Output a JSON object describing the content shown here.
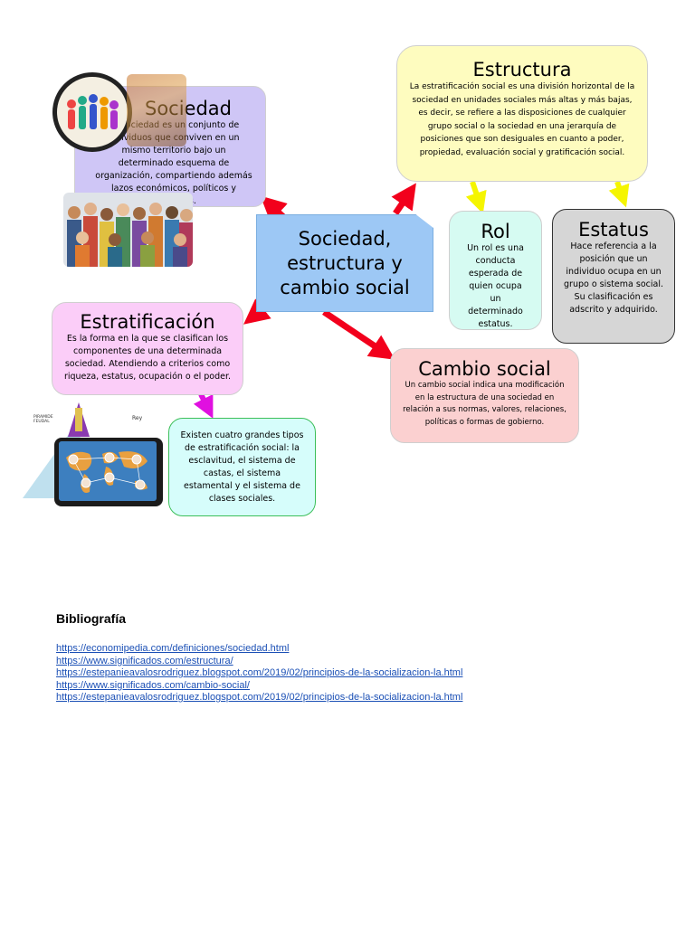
{
  "center": {
    "title": "Sociedad, estructura y cambio social",
    "color": "#9dc8f5"
  },
  "sociedad": {
    "title": "Sociedad",
    "body": "La sociedad es un conjunto de individuos que conviven en un mismo territorio bajo un determinado esquema de organización, compartiendo además lazos económicos, políticos y culturales.",
    "color": "#cfc6f6"
  },
  "estructura": {
    "title": "Estructura",
    "body": "La estratificación social es una división horizontal de la sociedad en unidades sociales más altas y más bajas, es decir, se refiere a las disposiciones de cualquier grupo social o la sociedad en una jerarquía de posiciones que son desiguales en cuanto a poder, propiedad, evaluación social y gratificación social.",
    "color": "#fefcbf"
  },
  "rol": {
    "title": "Rol",
    "body": "Un rol es una conducta esperada de quien ocupa un determinado estatus.",
    "color": "#d6fbf2"
  },
  "estatus": {
    "title": "Estatus",
    "body": "Hace referencia a la posición que un individuo ocupa en un grupo o sistema social. Su clasificación es adscrito y adquirido.",
    "color": "#d6d6d6"
  },
  "estratificacion": {
    "title": "Estratificación",
    "body": "Es la forma en la que se clasifican los componentes de una determinada sociedad. Atendiendo a criterios como riqueza, estatus, ocupación o el poder.",
    "color": "#fbcdf8"
  },
  "cambio": {
    "title": "Cambio social",
    "body": "Un cambio social indica una modificación en la estructura de una sociedad en relación a sus normas, valores, relaciones, políticas o formas de gobierno.",
    "color": "#fbd0d0"
  },
  "tipos": {
    "body": "Existen cuatro grandes tipos de estratificación social: la esclavitud, el sistema de castas, el sistema estamental y el sistema de clases sociales.",
    "color": "#d6fdfb"
  },
  "pyramid_labels": {
    "left": "PIRAMIDE FEUDAL",
    "right": "Rey"
  },
  "arrow_colors": {
    "red": "#f2001c",
    "yellow": "#f5f500",
    "magenta": "#e010e0"
  },
  "bibliografia": {
    "title": "Bibliografía",
    "links": [
      "https://economipedia.com/definiciones/sociedad.html",
      "https://www.significados.com/estructura/",
      "https://estepanieavalosrodriguez.blogspot.com/2019/02/principios-de-la-socializacion-la.html",
      "https://www.significados.com/cambio-social/",
      "https://estepanieavalosrodriguez.blogspot.com/2019/02/principios-de-la-socializacion-la.html"
    ]
  }
}
